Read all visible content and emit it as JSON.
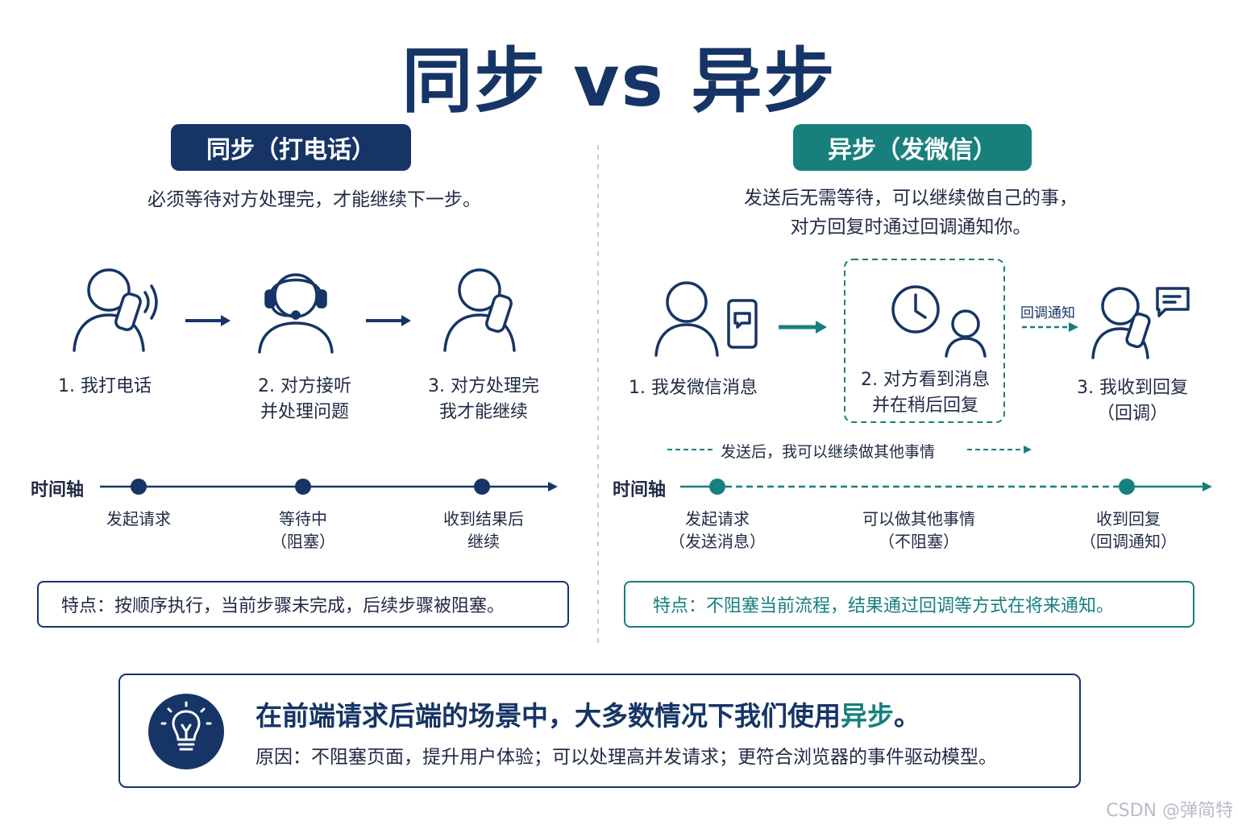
{
  "title": "同步 vs 异步",
  "sync": {
    "tag": "同步（打电话）",
    "desc": "必须等待对方处理完，才能继续下一步。",
    "steps": [
      "1. 我打电话",
      "2. 对方接听\n并处理问题",
      "3. 对方处理完\n我才能继续"
    ],
    "timeline_label": "时间轴",
    "timeline_points": [
      "发起请求",
      "等待中\n（阻塞）",
      "收到结果后\n继续"
    ],
    "feature": "特点：按顺序执行，当前步骤未完成，后续步骤被阻塞。"
  },
  "async": {
    "tag": "异步（发微信）",
    "desc_line1": "发送后无需等待，可以继续做自己的事，",
    "desc_line2": "对方回复时通过回调通知你。",
    "steps": [
      "1. 我发微信消息",
      "2. 对方看到消息\n并在稍后回复",
      "3. 我收到回复\n（回调）"
    ],
    "callback_label": "回调通知",
    "continue_note": "发送后，我可以继续做其他事情",
    "timeline_label": "时间轴",
    "timeline_points": [
      "发起请求\n（发送消息）",
      "可以做其他事情\n（不阻塞）",
      "收到回复\n（回调通知）"
    ],
    "feature": "特点：不阻塞当前流程，结果通过回调等方式在将来通知。"
  },
  "conclusion": {
    "headline_prefix": "在前端请求后端的场景中，大多数情况下我们使用",
    "headline_emphasis": "异步",
    "headline_suffix": "。",
    "reason": "原因：不阻塞页面，提升用户体验；可以处理高并发请求；更符合浏览器的事件驱动模型。",
    "icon": "lightbulb-icon"
  },
  "watermark": "CSDN @弹简特",
  "colors": {
    "navy": "#163566",
    "teal": "#17807d"
  }
}
